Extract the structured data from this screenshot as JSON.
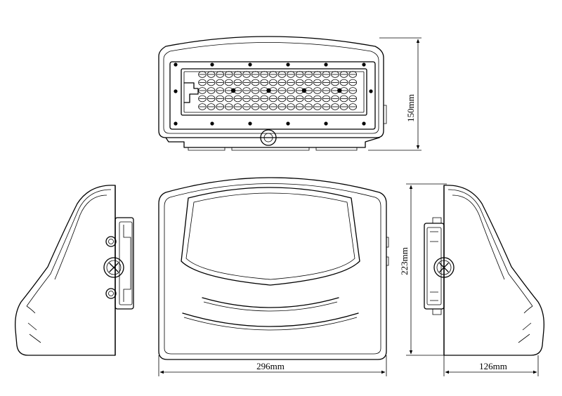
{
  "dimensions": {
    "height_top": "150mm",
    "height_front": "223mm",
    "width_front": "296mm",
    "depth_side": "126mm"
  },
  "led_grid": {
    "rows": 5,
    "cols": 18,
    "marker_count": 4
  },
  "colors": {
    "line": "#000000",
    "background": "#ffffff"
  },
  "views": [
    "top-view",
    "left-side-view",
    "front-view",
    "right-side-view"
  ]
}
